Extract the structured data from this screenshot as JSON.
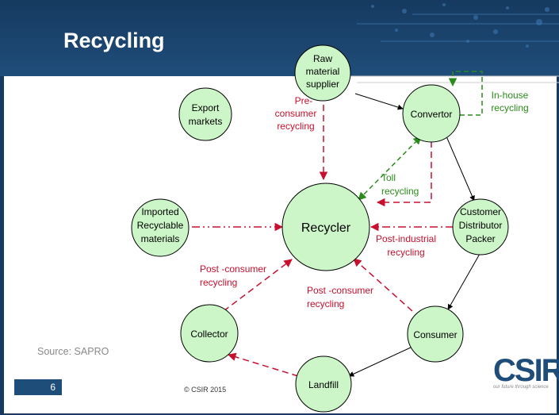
{
  "slide": {
    "title": "Recycling",
    "source": "Source: SAPRO",
    "page_number": "6",
    "copyright": "© CSIR 2015",
    "logo": {
      "text": "CSIR",
      "tagline": "our future through science"
    }
  },
  "colors": {
    "header": "#1f4d7a",
    "node_fill": "#ccf5c8",
    "red": "#c8102e",
    "green": "#2a8c1a"
  },
  "nodes": {
    "raw_material_supplier": [
      "Raw",
      "material",
      "supplier"
    ],
    "convertor": [
      "Convertor"
    ],
    "export_markets": [
      "Export",
      "markets"
    ],
    "recycler": [
      "Recycler"
    ],
    "imported_materials": [
      "Imported",
      "Recyclable",
      "materials"
    ],
    "customer": [
      "Customer",
      "Distributor",
      "Packer"
    ],
    "collector": [
      "Collector"
    ],
    "consumer": [
      "Consumer"
    ],
    "landfill": [
      "Landfill"
    ]
  },
  "labels": {
    "pre_consumer": [
      "Pre-",
      "consumer",
      "recycling"
    ],
    "in_house": [
      "In-house",
      "recycling"
    ],
    "toll": [
      "Toll",
      "recycling"
    ],
    "post_industrial": [
      "Post-industrial",
      "recycling"
    ],
    "post_consumer_left": [
      "Post -consumer",
      "recycling"
    ],
    "post_consumer_center": [
      "Post -consumer",
      "recycling"
    ]
  }
}
